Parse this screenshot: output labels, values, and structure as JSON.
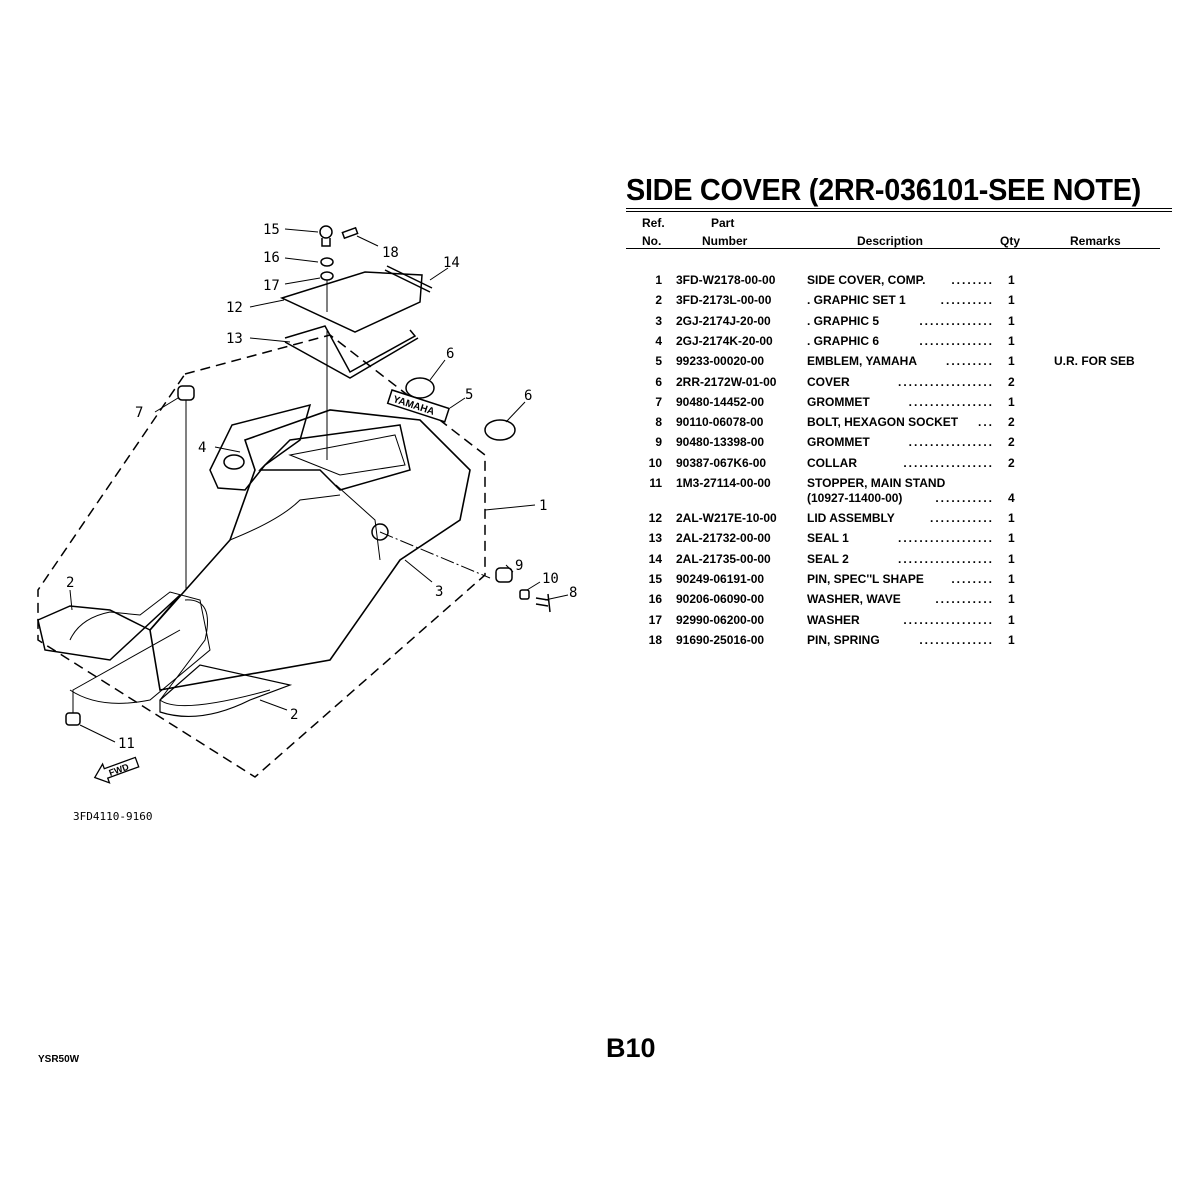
{
  "title": "SIDE COVER (2RR-036101-SEE NOTE)",
  "headers": {
    "ref_top": "Ref.",
    "ref_bottom": "No.",
    "part_top": "Part",
    "part_bottom": "Number",
    "description": "Description",
    "qty": "Qty",
    "remarks": "Remarks"
  },
  "parts": [
    {
      "ref": "1",
      "part": "3FD-W2178-00-00",
      "desc": "SIDE COVER, COMP.",
      "dots": "........",
      "qty": "1",
      "remarks": ""
    },
    {
      "ref": "2",
      "part": "3FD-2173L-00-00",
      "desc": ". GRAPHIC SET 1",
      "dots": "..........",
      "qty": "1",
      "remarks": ""
    },
    {
      "ref": "3",
      "part": "2GJ-2174J-20-00",
      "desc": ". GRAPHIC 5",
      "dots": "..............",
      "qty": "1",
      "remarks": ""
    },
    {
      "ref": "4",
      "part": "2GJ-2174K-20-00",
      "desc": ". GRAPHIC 6",
      "dots": "..............",
      "qty": "1",
      "remarks": ""
    },
    {
      "ref": "5",
      "part": "99233-00020-00",
      "desc": "EMBLEM, YAMAHA",
      "dots": ".........",
      "qty": "1",
      "remarks": "U.R. FOR SEB"
    },
    {
      "ref": "6",
      "part": "2RR-2172W-01-00",
      "desc": "COVER",
      "dots": "..................",
      "qty": "2",
      "remarks": ""
    },
    {
      "ref": "7",
      "part": "90480-14452-00",
      "desc": "GROMMET",
      "dots": "................",
      "qty": "1",
      "remarks": ""
    },
    {
      "ref": "8",
      "part": "90110-06078-00",
      "desc": "BOLT, HEXAGON SOCKET",
      "dots": "...",
      "qty": "2",
      "remarks": ""
    },
    {
      "ref": "9",
      "part": "90480-13398-00",
      "desc": "GROMMET",
      "dots": "................",
      "qty": "2",
      "remarks": ""
    },
    {
      "ref": "10",
      "part": "90387-067K6-00",
      "desc": "COLLAR",
      "dots": ".................",
      "qty": "2",
      "remarks": ""
    },
    {
      "ref": "11",
      "part": "1M3-27114-00-00",
      "desc": "STOPPER, MAIN STAND",
      "desc2": "(10927-11400-00)",
      "dots": "...........",
      "qty": "4",
      "remarks": ""
    },
    {
      "ref": "12",
      "part": "2AL-W217E-10-00",
      "desc": "LID ASSEMBLY",
      "dots": "............",
      "qty": "1",
      "remarks": ""
    },
    {
      "ref": "13",
      "part": "2AL-21732-00-00",
      "desc": "SEAL 1",
      "dots": "..................",
      "qty": "1",
      "remarks": ""
    },
    {
      "ref": "14",
      "part": "2AL-21735-00-00",
      "desc": "SEAL 2",
      "dots": "..................",
      "qty": "1",
      "remarks": ""
    },
    {
      "ref": "15",
      "part": "90249-06191-00",
      "desc": "PIN, SPEC''L SHAPE",
      "dots": "........",
      "qty": "1",
      "remarks": ""
    },
    {
      "ref": "16",
      "part": "90206-06090-00",
      "desc": "WASHER, WAVE",
      "dots": "...........",
      "qty": "1",
      "remarks": ""
    },
    {
      "ref": "17",
      "part": "92990-06200-00",
      "desc": "WASHER",
      "dots": ".................",
      "qty": "1",
      "remarks": ""
    },
    {
      "ref": "18",
      "part": "91690-25016-00",
      "desc": "PIN, SPRING",
      "dots": "..............",
      "qty": "1",
      "remarks": ""
    }
  ],
  "diagram": {
    "callouts": {
      "c15": "15",
      "c18": "18",
      "c16": "16",
      "c14": "14",
      "c17": "17",
      "c12": "12",
      "c13": "13",
      "c6a": "6",
      "c6b": "6",
      "c5": "5",
      "c7": "7",
      "c4": "4",
      "c1": "1",
      "c3": "3",
      "c9": "9",
      "c10": "10",
      "c8": "8",
      "c2a": "2",
      "c2b": "2",
      "c11": "11"
    },
    "fwd_label": "FWD",
    "emblem_text": "YAMAHA",
    "drawing_code": "3FD4110-9160"
  },
  "footer": {
    "model": "YSR50W",
    "page": "B10"
  }
}
